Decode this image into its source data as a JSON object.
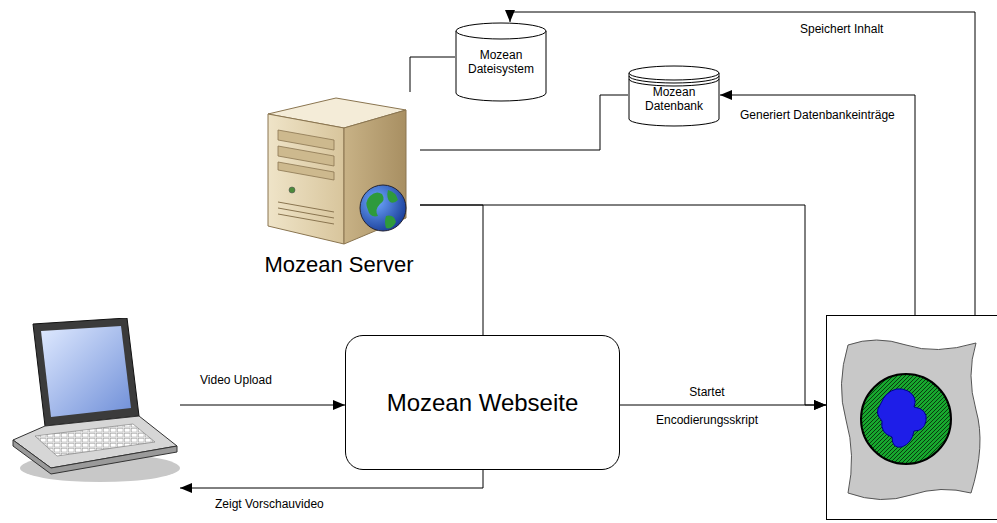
{
  "diagram": {
    "nodes": [
      {
        "text": [
          "Mozean Dateisystem"
        ]
      },
      {
        "text": [
          "Mozean Datenbank"
        ]
      },
      {
        "text": [
          "Mozean Server"
        ]
      },
      {
        "text": []
      },
      {
        "text": [
          "Mozean Webseite"
        ]
      },
      {
        "text": []
      }
    ],
    "edges": [
      {
        "from": 3,
        "to": 4,
        "label": "Video Upload",
        "arrow": "to"
      },
      {
        "from": 4,
        "to": 3,
        "label": "Zeigt Vorschauvideo",
        "arrow": "to"
      },
      {
        "from": 4,
        "to": 5,
        "label": "Startet Encodierungsskript",
        "arrow": "to"
      },
      {
        "from": 2,
        "to": 0,
        "arrow": "none"
      },
      {
        "from": 2,
        "to": 1,
        "arrow": "none"
      },
      {
        "from": 2,
        "to": 4,
        "arrow": "none"
      },
      {
        "from": 2,
        "to": 5,
        "arrow": "to"
      },
      {
        "from": 5,
        "to": 1,
        "label": "Generiert Datenbankeinträge",
        "arrow": "to"
      },
      {
        "from": 5,
        "to": 0,
        "label": "Speichert Inhalt",
        "arrow": "to"
      }
    ]
  }
}
